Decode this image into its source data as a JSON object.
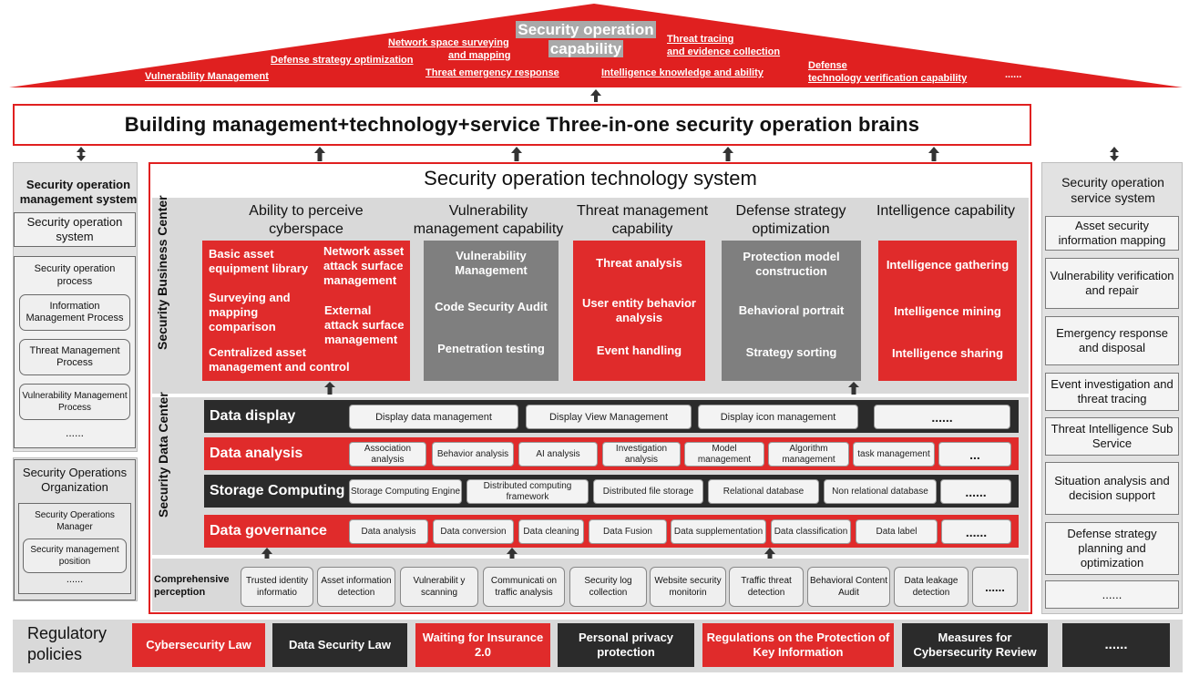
{
  "roof": {
    "title_line1": "Security operation",
    "title_line2": "capability",
    "items": [
      "Network space surveying",
      "and mapping",
      "Threat tracing",
      "and evidence collection",
      "Defense strategy optimization",
      "Threat emergency response",
      "Intelligence knowledge and ability",
      "Vulnerability Management",
      "Defense",
      "technology verification capability",
      "......"
    ]
  },
  "brain_title": "Building management+technology+service  Three-in-one security operation brains",
  "left": {
    "title": "Security operation management system",
    "system_box": "Security operation system",
    "process_title": "Security operation process",
    "processes": [
      "Information Management Process",
      "Threat Management Process",
      "Vulnerability Management Process"
    ],
    "process_more": "......",
    "org_title": "Security Operations Organization",
    "org_manager": "Security Operations Manager",
    "org_position": "Security management position",
    "org_more": "......"
  },
  "right": {
    "title": "Security operation service system",
    "items": [
      "Asset security information mapping",
      "Vulnerability verification and repair",
      "Emergency response and disposal",
      "Event investigation and threat tracing",
      "Threat Intelligence Sub Service",
      "Situation analysis and decision support",
      "Defense strategy planning and optimization",
      "......"
    ]
  },
  "tech": {
    "title": "Security operation technology system",
    "business_label": "Security Business Center",
    "data_label": "Security Data Center",
    "columns": [
      {
        "heading": "Ability to perceive cyberspace",
        "items": [
          "Basic asset equipment library",
          "Network asset attack surface management",
          "Surveying and mapping comparison",
          "External attack surface management",
          "Centralized asset management and control"
        ]
      },
      {
        "heading": "Vulnerability management capability",
        "items": [
          "Vulnerability Management",
          "Code Security Audit",
          "Penetration testing"
        ]
      },
      {
        "heading": "Threat management capability",
        "items": [
          "Threat analysis",
          "User entity behavior analysis",
          "Event handling"
        ]
      },
      {
        "heading": "Defense strategy optimization",
        "items": [
          "Protection model construction",
          "Behavioral portrait",
          "Strategy sorting"
        ]
      },
      {
        "heading": "Intelligence capability",
        "items": [
          "Intelligence gathering",
          "Intelligence mining",
          "Intelligence sharing"
        ]
      }
    ],
    "rows": [
      {
        "label": "Data display",
        "items": [
          "Display data management",
          "Display View Management",
          "Display icon management",
          "......"
        ]
      },
      {
        "label": "Data analysis",
        "items": [
          "Association analysis",
          "Behavior analysis",
          "AI analysis",
          "Investigation analysis",
          "Model management",
          "Algorithm management",
          "task management",
          "..."
        ]
      },
      {
        "label": "Storage Computing",
        "items": [
          "Storage Computing Engine",
          "Distributed computing framework",
          "Distributed file storage",
          "Relational database",
          "Non relational database",
          "......"
        ]
      },
      {
        "label": "Data governance",
        "items": [
          "Data analysis",
          "Data conversion",
          "Data cleaning",
          "Data Fusion",
          "Data supplementation",
          "Data classification",
          "Data label",
          "......"
        ]
      }
    ],
    "perception_label": "Comprehensive perception",
    "perception": [
      "Trusted identity informatio",
      "Asset information detection",
      "Vulnerabilit y scanning",
      "Communicati on traffic analysis",
      "Security log collection",
      "Website security monitorin",
      "Traffic threat detection",
      "Behavioral Content Audit",
      "Data leakage detection",
      "......"
    ]
  },
  "regulatory": {
    "label": "Regulatory policies",
    "items": [
      "Cybersecurity Law",
      "Data Security Law",
      "Waiting for Insurance 2.0",
      "Personal privacy protection",
      "Regulations on the Protection of Key Information",
      "Measures for Cybersecurity Review",
      "......"
    ]
  },
  "colors": {
    "red": "#e02b2b",
    "gray": "#7f7f7f",
    "black": "#2b2b2b",
    "panel": "#d9d9d9"
  }
}
